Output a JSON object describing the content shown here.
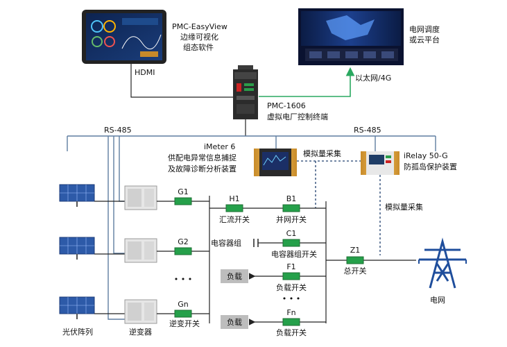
{
  "hmi": {
    "name": "PMC-EasyView",
    "line1": "边缘可视化",
    "line2": "组态软件",
    "link": "HDMI"
  },
  "cloud": {
    "line1": "电网调度",
    "line2": "或云平台",
    "link": "以太网/4G"
  },
  "controller": {
    "model": "PMC-1606",
    "desc": "虚拟电厂控制终端"
  },
  "bus": {
    "left": "RS-485",
    "right": "RS-485"
  },
  "imeter": {
    "model": "iMeter 6",
    "line1": "供配电异常信息捕捉",
    "line2": "及故障诊断分析装置"
  },
  "irelay": {
    "model": "iRelay 50-G",
    "desc": "防孤岛保护装置"
  },
  "analog1": "模拟量采集",
  "analog2": "模拟量采集",
  "pv_label": "光伏阵列",
  "inverter_label": "逆变器",
  "gen_switches": {
    "g1": "G1",
    "g2": "G2",
    "gn": "Gn",
    "dots": "• • •",
    "caption": "逆变开关"
  },
  "h1": {
    "tag": "H1",
    "caption": "汇流开关"
  },
  "b1": {
    "tag": "B1",
    "caption": "并网开关"
  },
  "c1": {
    "tag": "C1",
    "caption": "电容器组开关",
    "bank": "电容器组"
  },
  "f1": {
    "tag": "F1",
    "caption": "负载开关",
    "load": "负载"
  },
  "fn": {
    "tag": "Fn",
    "caption": "负载开关",
    "load": "负载",
    "dots": "• • •"
  },
  "z1": {
    "tag": "Z1",
    "caption": "总开关"
  },
  "grid_label": "电网"
}
